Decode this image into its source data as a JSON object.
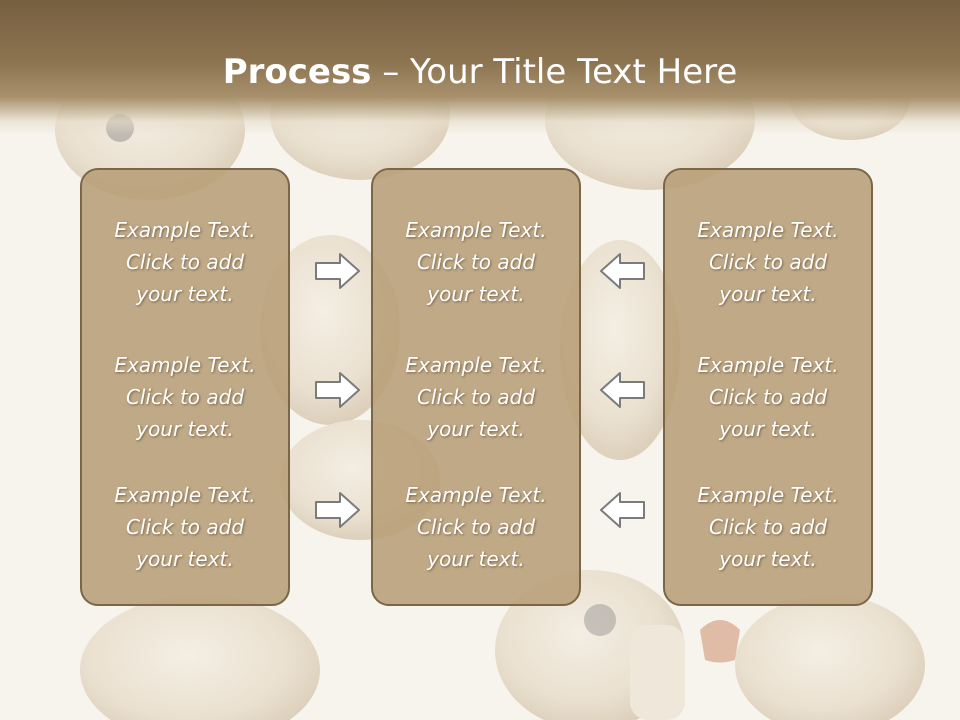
{
  "title": {
    "bold": "Process",
    "rest": " – Your Title Text Here"
  },
  "columns": [
    {
      "blocks": [
        {
          "line1": "Example Text.",
          "line2": "Click  to add",
          "line3": "your text."
        },
        {
          "line1": "Example Text.",
          "line2": "Click  to add",
          "line3": "your text."
        },
        {
          "line1": "Example Text.",
          "line2": "Click  to add",
          "line3": "your text."
        }
      ]
    },
    {
      "blocks": [
        {
          "line1": "Example Text.",
          "line2": "Click  to add",
          "line3": "your text."
        },
        {
          "line1": "Example Text.",
          "line2": "Click  to add",
          "line3": "your text."
        },
        {
          "line1": "Example Text.",
          "line2": "Click  to add",
          "line3": "your text."
        }
      ]
    },
    {
      "blocks": [
        {
          "line1": "Example Text.",
          "line2": "Click  to add",
          "line3": "your text."
        },
        {
          "line1": "Example Text.",
          "line2": "Click  to add",
          "line3": "your text."
        },
        {
          "line1": "Example Text.",
          "line2": "Click  to add",
          "line3": "your text."
        }
      ]
    }
  ],
  "arrows": {
    "left_group": "arrow-right-icon",
    "right_group": "arrow-left-icon"
  },
  "colors": {
    "header": "#8c7350",
    "box_fill": "#b89e78",
    "box_border": "#7b6648",
    "text": "#ffffff"
  }
}
